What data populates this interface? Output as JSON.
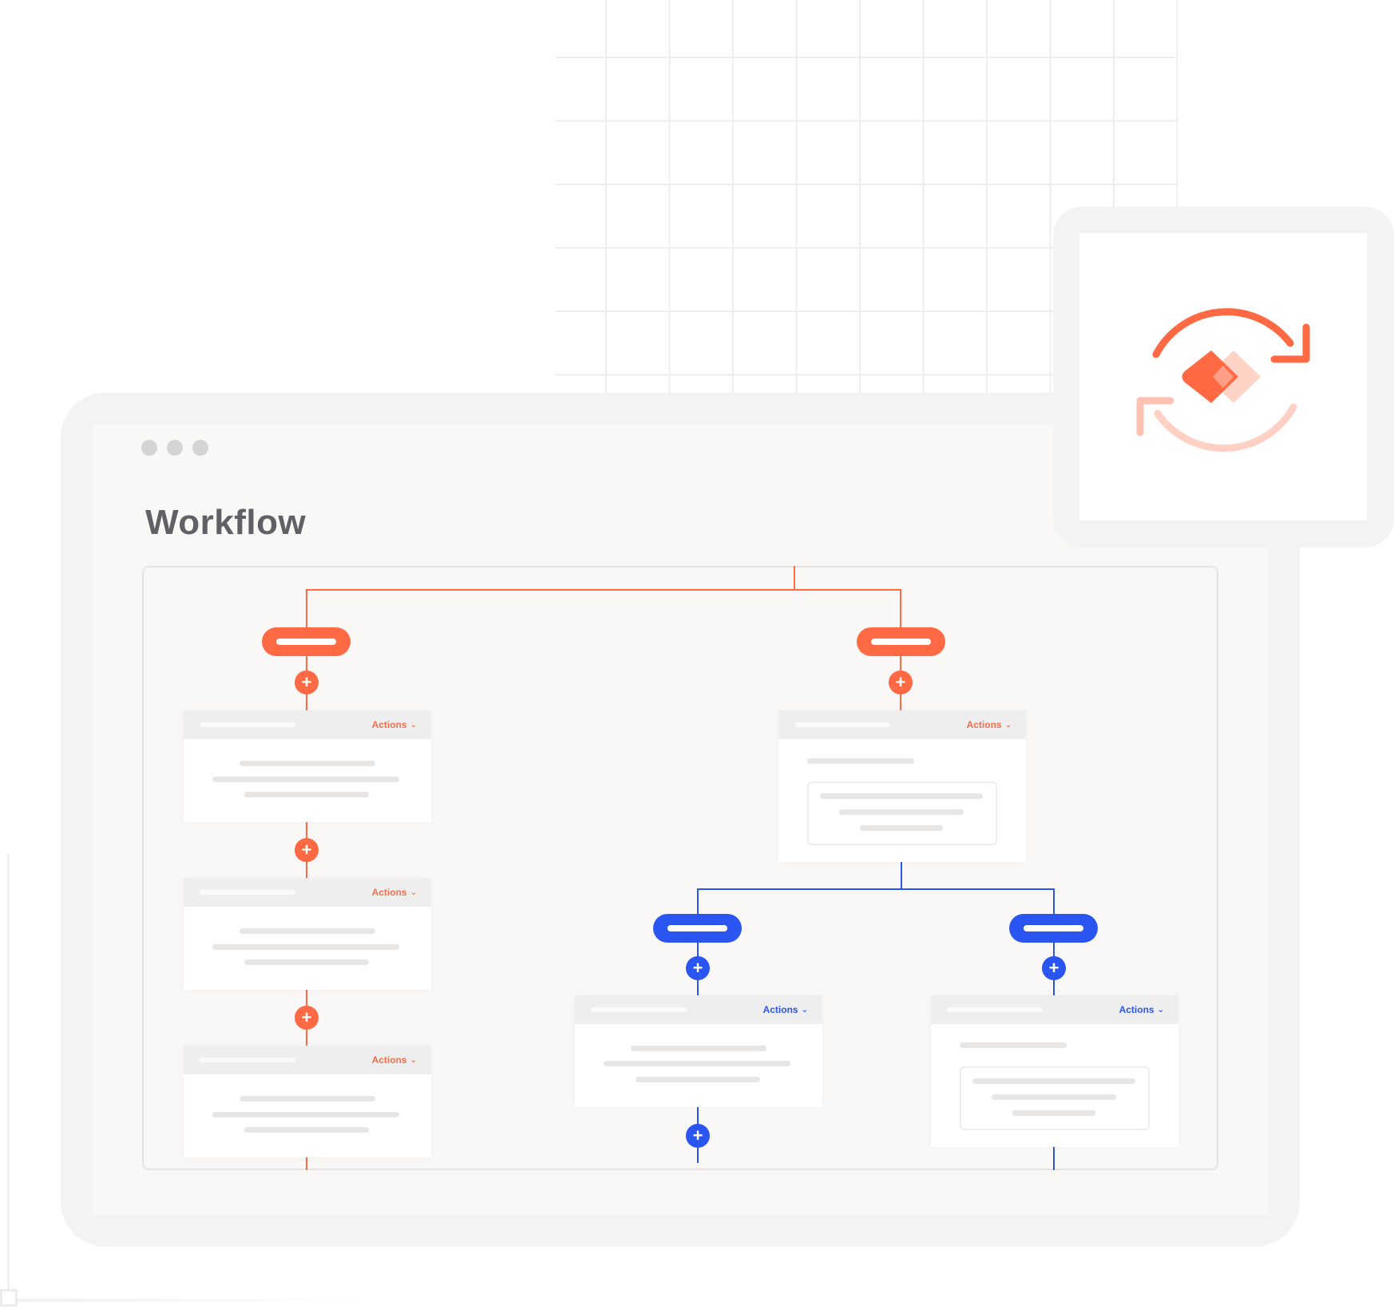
{
  "window": {
    "title": "Workflow"
  },
  "workflow": {
    "left_branch_cards": [
      {
        "action_label": "Actions"
      },
      {
        "action_label": "Actions"
      },
      {
        "action_label": "Actions"
      }
    ],
    "right_branch_card": {
      "action_label": "Actions"
    },
    "sub_branch_cards": [
      {
        "action_label": "Actions"
      },
      {
        "action_label": "Actions"
      }
    ],
    "add_step_symbol": "+",
    "dropdown_symbol": "⌄"
  },
  "theme": {
    "primary_orange": "#ff6a45",
    "primary_blue": "#2a55f0",
    "title_color": "#606066"
  },
  "icons": {
    "sync_logo": "sync-arrows-diamond-icon"
  }
}
